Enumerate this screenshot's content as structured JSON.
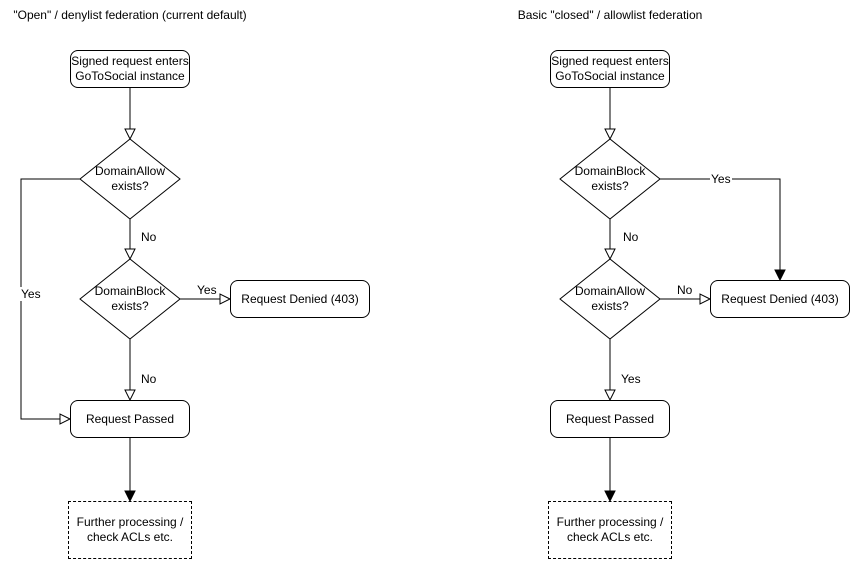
{
  "colors": {
    "background": "#ffffff",
    "stroke": "#000000",
    "text": "#000000"
  },
  "left_flow": {
    "title": "\"Open\" / denylist federation (current default)",
    "start_node": "Signed request enters\nGoToSocial instance",
    "decision_allow": "DomainAllow\nexists?",
    "decision_block": "DomainBlock\nexists?",
    "denied_node": "Request Denied (403)",
    "passed_node": "Request Passed",
    "further_node": "Further processing /\ncheck ACLs etc.",
    "label_allow_no": "No",
    "label_allow_yes": "Yes",
    "label_block_yes": "Yes",
    "label_block_no": "No"
  },
  "right_flow": {
    "title": "Basic \"closed\" / allowlist federation",
    "start_node": "Signed request enters\nGoToSocial instance",
    "decision_block": "DomainBlock\nexists?",
    "decision_allow": "DomainAllow\nexists?",
    "denied_node": "Request Denied (403)",
    "passed_node": "Request Passed",
    "further_node": "Further processing /\ncheck ACLs etc.",
    "label_block_yes": "Yes",
    "label_block_no": "No",
    "label_allow_no": "No",
    "label_allow_yes": "Yes"
  }
}
